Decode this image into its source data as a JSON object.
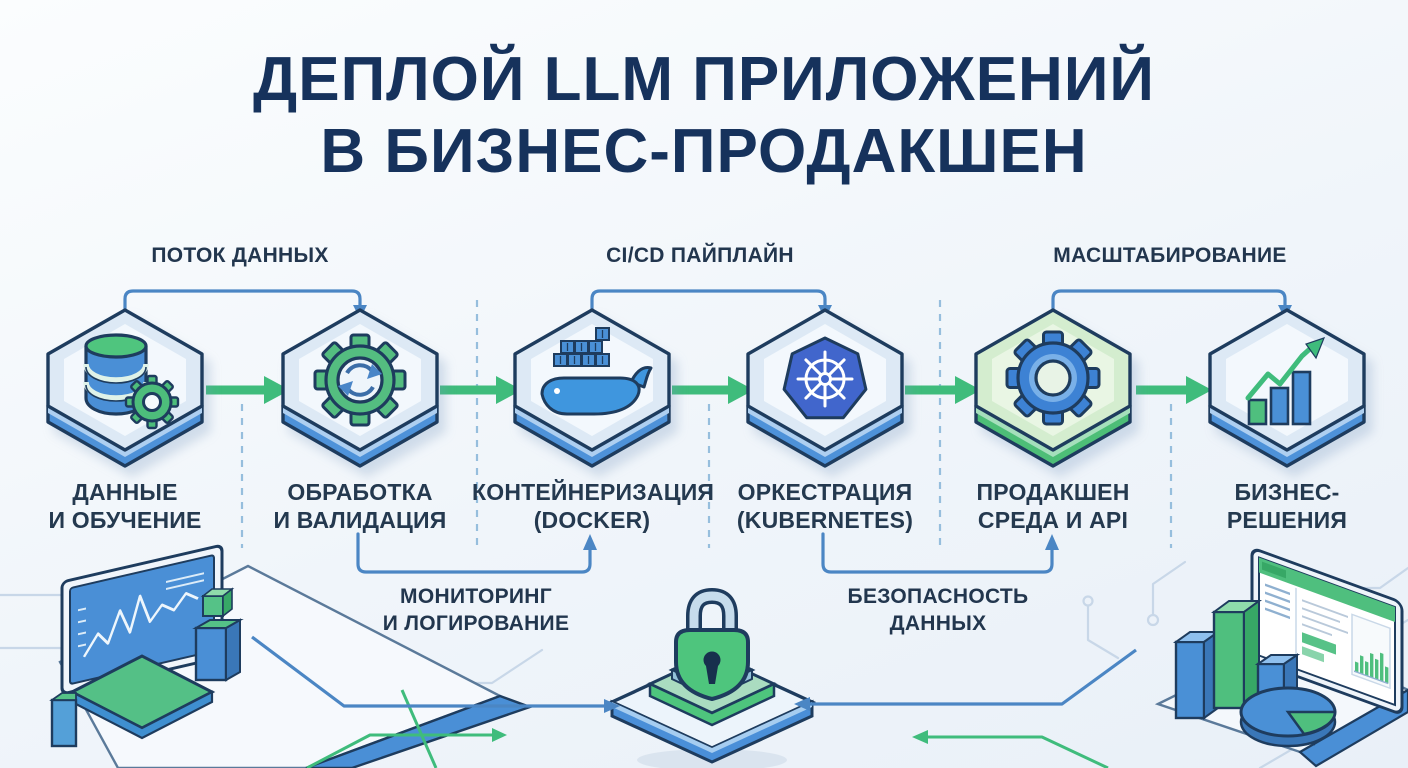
{
  "title": {
    "line1": "ДЕПЛОЙ LLM ПРИЛОЖЕНИЙ",
    "line2": "В БИЗНЕС-ПРОДАКШЕН"
  },
  "connectors": {
    "top": [
      {
        "label": "ПОТОК ДАННЫХ"
      },
      {
        "label": "CI/CD ПАЙПЛАЙН"
      },
      {
        "label": "МАСШТАБИРОВАНИЕ"
      }
    ],
    "bottom": [
      {
        "line1": "МОНИТОРИНГ",
        "line2": "И ЛОГИРОВАНИЕ"
      },
      {
        "line1": "БЕЗОПАСНОСТЬ",
        "line2": "ДАННЫХ"
      }
    ]
  },
  "stages": [
    {
      "line1": "ДАННЫЕ",
      "line2": "И ОБУЧЕНИЕ",
      "icon": "database-gear-icon"
    },
    {
      "line1": "ОБРАБОТКА",
      "line2": "И ВАЛИДАЦИЯ",
      "icon": "gear-refresh-icon"
    },
    {
      "line1": "КОНТЕЙНЕРИЗАЦИЯ",
      "line2": "(DOCKER)",
      "icon": "docker-whale-icon"
    },
    {
      "line1": "ОРКЕСТРАЦИЯ",
      "line2": "(KUBERNETES)",
      "icon": "kubernetes-wheel-icon"
    },
    {
      "line1": "ПРОДАКШЕН",
      "line2": "СРЕДА И API",
      "icon": "api-gear-icon"
    },
    {
      "line1": "БИЗНЕС-",
      "line2": "РЕШЕНИЯ",
      "icon": "growth-chart-icon"
    }
  ],
  "decorations": [
    {
      "name": "monitoring-dashboard-illustration",
      "position": "bottom-left"
    },
    {
      "name": "security-lock-platform-illustration",
      "position": "bottom-center"
    },
    {
      "name": "analytics-dashboard-illustration",
      "position": "bottom-right"
    }
  ],
  "colors": {
    "title_navy": "#16325c",
    "label_dark": "#24394f",
    "accent_green": "#3fbc7c",
    "accent_blue": "#4b86c4",
    "hex_rim_blue": "#4e92d9",
    "hex_rim_green": "#4dbe77",
    "kubernetes_blue": "#4166cc",
    "docker_blue": "#3f96de",
    "outline_navy": "#1e3c5e",
    "dashed_separator": "#96bedd",
    "background": "#eef3fa"
  }
}
